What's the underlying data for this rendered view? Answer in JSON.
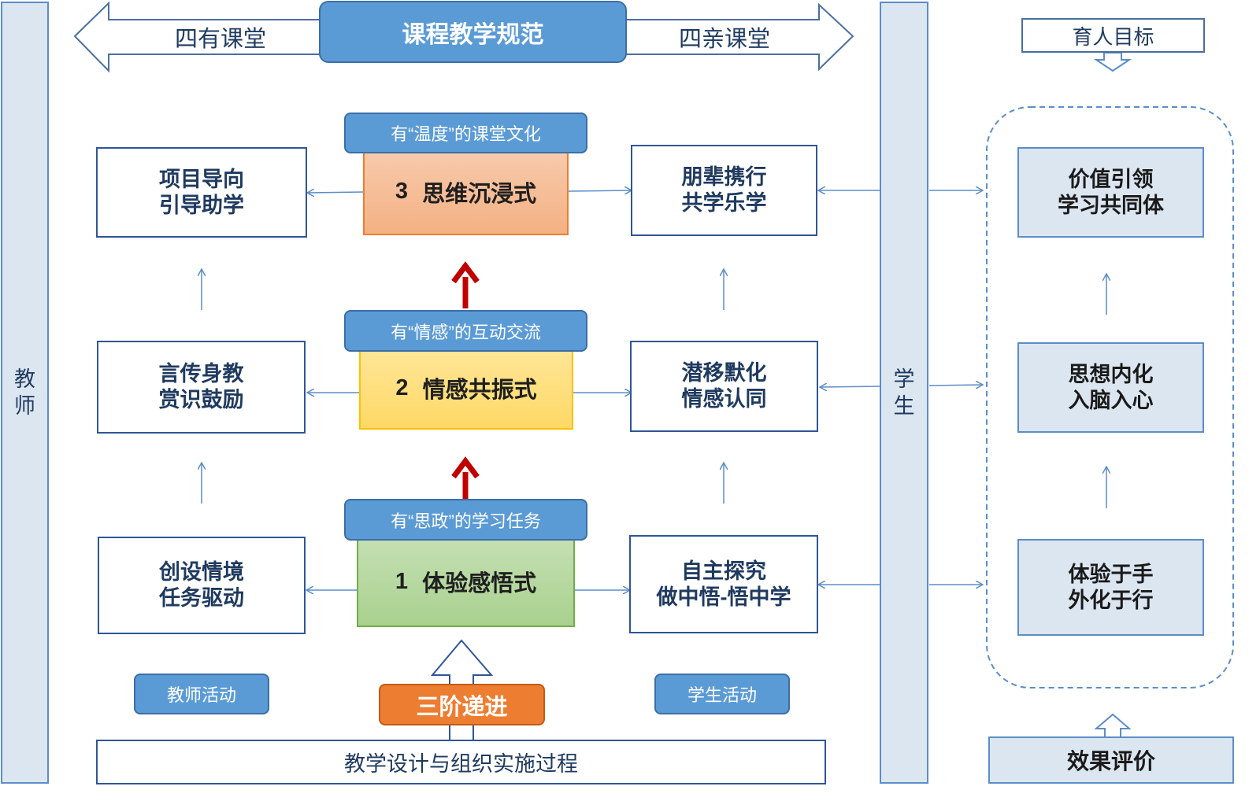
{
  "header": {
    "title": "课程教学规范",
    "left_arrow_label": "四有课堂",
    "right_arrow_label": "四亲课堂",
    "goal_label": "育人目标"
  },
  "columns": {
    "teacher": "教\n师",
    "student": "学\n生"
  },
  "stages": [
    {
      "caption": "有“思政”的学习任务",
      "num": "1",
      "label": "体验感悟式",
      "color": "#a9d18e"
    },
    {
      "caption": "有“情感”的互动交流",
      "num": "2",
      "label": "情感共振式",
      "color": "#ffd966"
    },
    {
      "caption": "有“温度”的课堂文化",
      "num": "3",
      "label": "思维沉浸式",
      "color": "#f4b183"
    }
  ],
  "teacher_boxes": [
    "创设情境\n任务驱动",
    "言传身教\n赏识鼓励",
    "项目导向\n引导助学"
  ],
  "student_boxes": [
    "自主探究\n做中悟-悟中学",
    "潜移默化\n情感认同",
    "朋辈携行\n共学乐学"
  ],
  "goal_boxes": [
    "体验于手\n外化于行",
    "思想内化\n入脑入心",
    "价值引领\n学习共同体"
  ],
  "footer": {
    "teacher_activity": "教师活动",
    "student_activity": "学生活动",
    "progression": "三阶递进",
    "process": "教学设计与组织实施过程",
    "evaluation": "效果评价"
  },
  "colors": {
    "accent_blue": "#5b9bd5",
    "dark_red_arrow": "#c00000",
    "orange": "#ed7d31",
    "light_column": "#dce6f1"
  }
}
